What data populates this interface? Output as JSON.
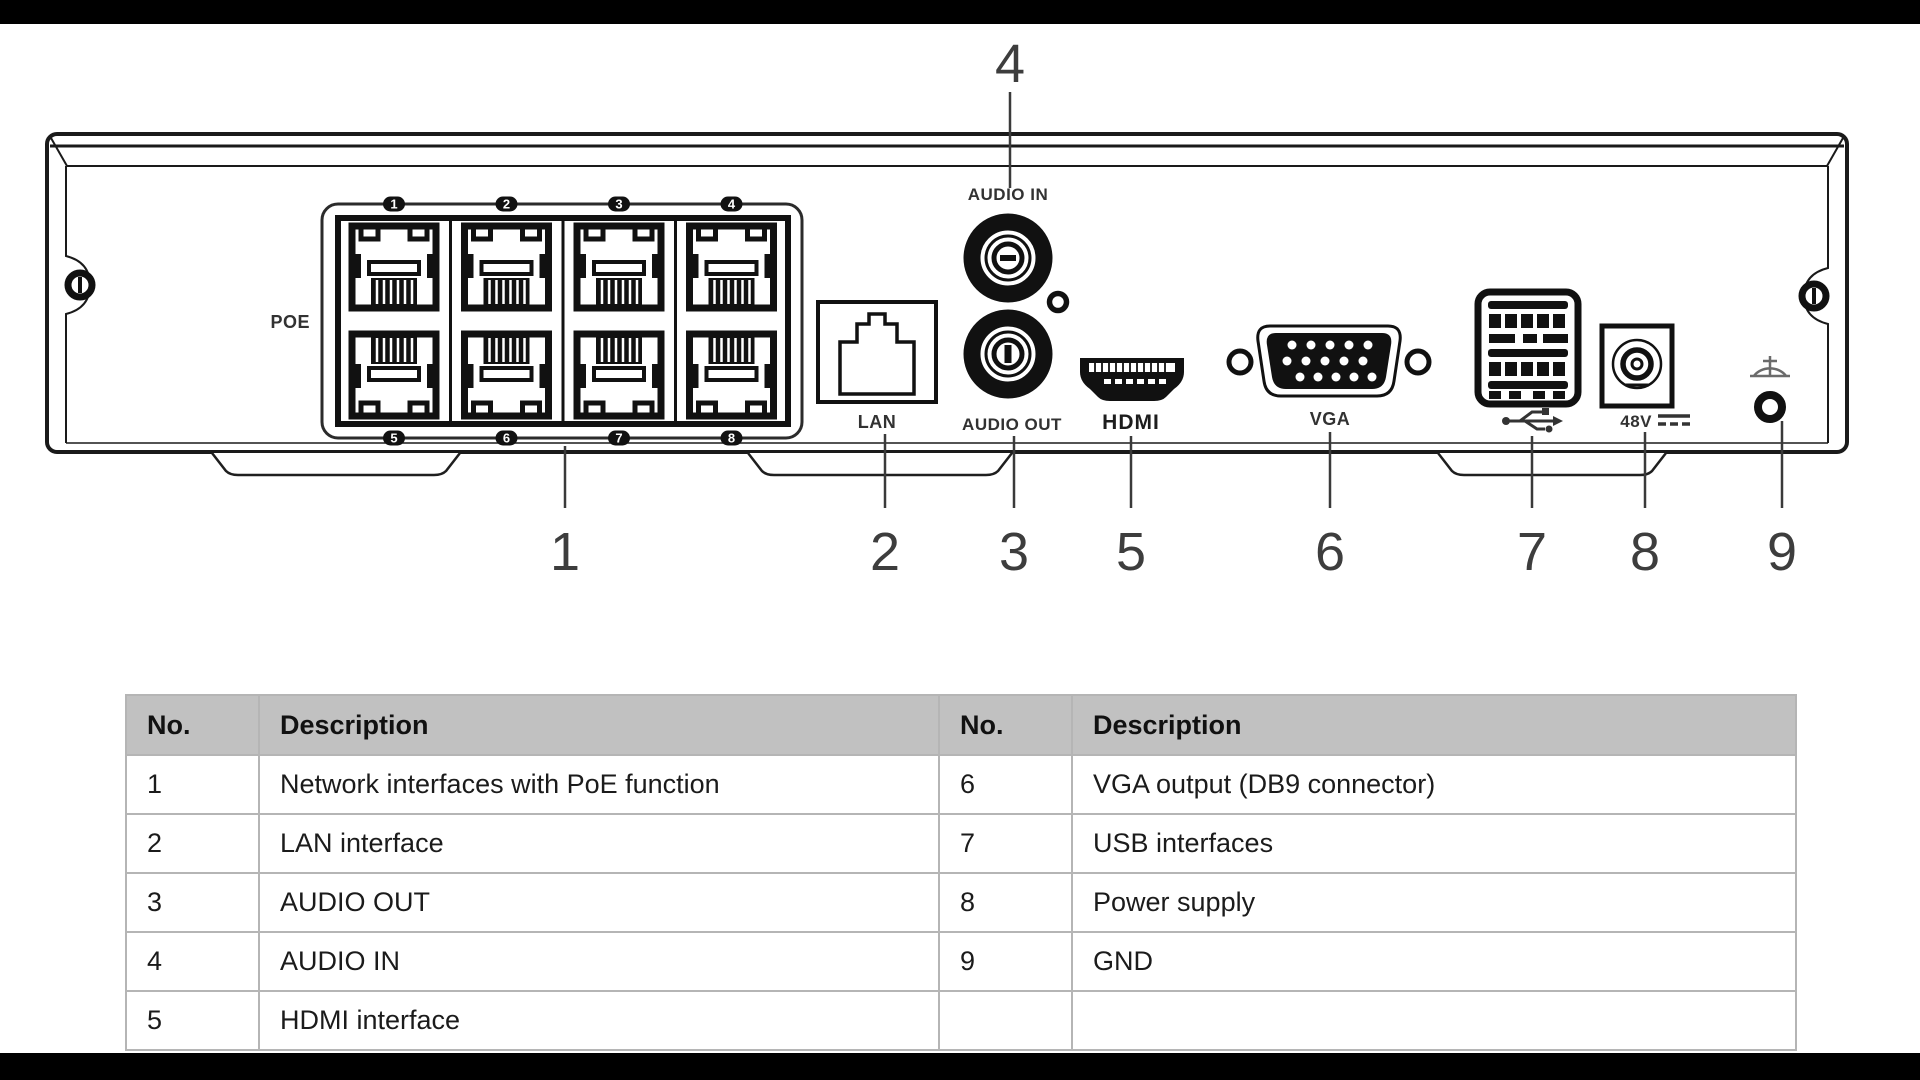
{
  "diagram": {
    "poe": {
      "label": "POE",
      "port_numbers": [
        "1",
        "2",
        "3",
        "4",
        "5",
        "6",
        "7",
        "8"
      ]
    },
    "labels": {
      "audio_in": "AUDIO IN",
      "audio_out": "AUDIO OUT",
      "lan": "LAN",
      "hdmi": "HDMI",
      "vga": "VGA",
      "power": "48V"
    },
    "callouts": [
      "1",
      "2",
      "3",
      "4",
      "5",
      "6",
      "7",
      "8",
      "9"
    ]
  },
  "table": {
    "header_no": "No.",
    "header_description": "Description",
    "rows": [
      {
        "no_left": "1",
        "desc_left": "Network interfaces with PoE function",
        "no_right": "6",
        "desc_right": "VGA output (DB9 connector)"
      },
      {
        "no_left": "2",
        "desc_left": "LAN interface",
        "no_right": "7",
        "desc_right": "USB interfaces"
      },
      {
        "no_left": "3",
        "desc_left": "AUDIO OUT",
        "no_right": "8",
        "desc_right": "Power supply"
      },
      {
        "no_left": "4",
        "desc_left": "AUDIO IN",
        "no_right": "9",
        "desc_right": "GND"
      },
      {
        "no_left": "5",
        "desc_left": "HDMI interface",
        "no_right": "",
        "desc_right": ""
      }
    ]
  },
  "colors": {
    "line": "#1a1a1a",
    "callout": "#3d3d3d",
    "table_header_bg": "#c1c1c1",
    "table_border": "#b5b5b5"
  }
}
